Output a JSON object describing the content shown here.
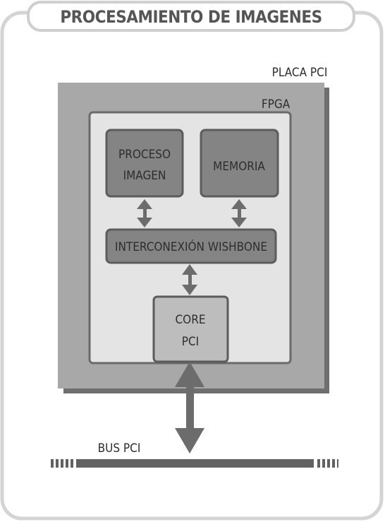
{
  "title": "PROCESAMIENTO DE IMAGENES",
  "labels": {
    "placa_pci": "PLACA PCI",
    "fpga": "FPGA",
    "proceso_line1": "PROCESO",
    "proceso_line2": "IMAGEN",
    "memoria": "MEMORIA",
    "interconexion": "INTERCONEXIÓN WISHBONE",
    "core_line1": "CORE",
    "core_line2": "PCI",
    "bus_pci": "BUS PCI"
  },
  "colors": {
    "outline": "#d4d4d4",
    "board": "#a8a8a8",
    "board_shadow": "#6f6f6f",
    "fpga_fill": "#e4e4e4",
    "fpga_stroke": "#6a6a6a",
    "block_dark": "#848484",
    "block_stroke": "#5c5c5c",
    "core_fill": "#bdbdbd",
    "arrow": "#6c6c6c",
    "bus": "#626262",
    "text": "#2d2d2d"
  }
}
